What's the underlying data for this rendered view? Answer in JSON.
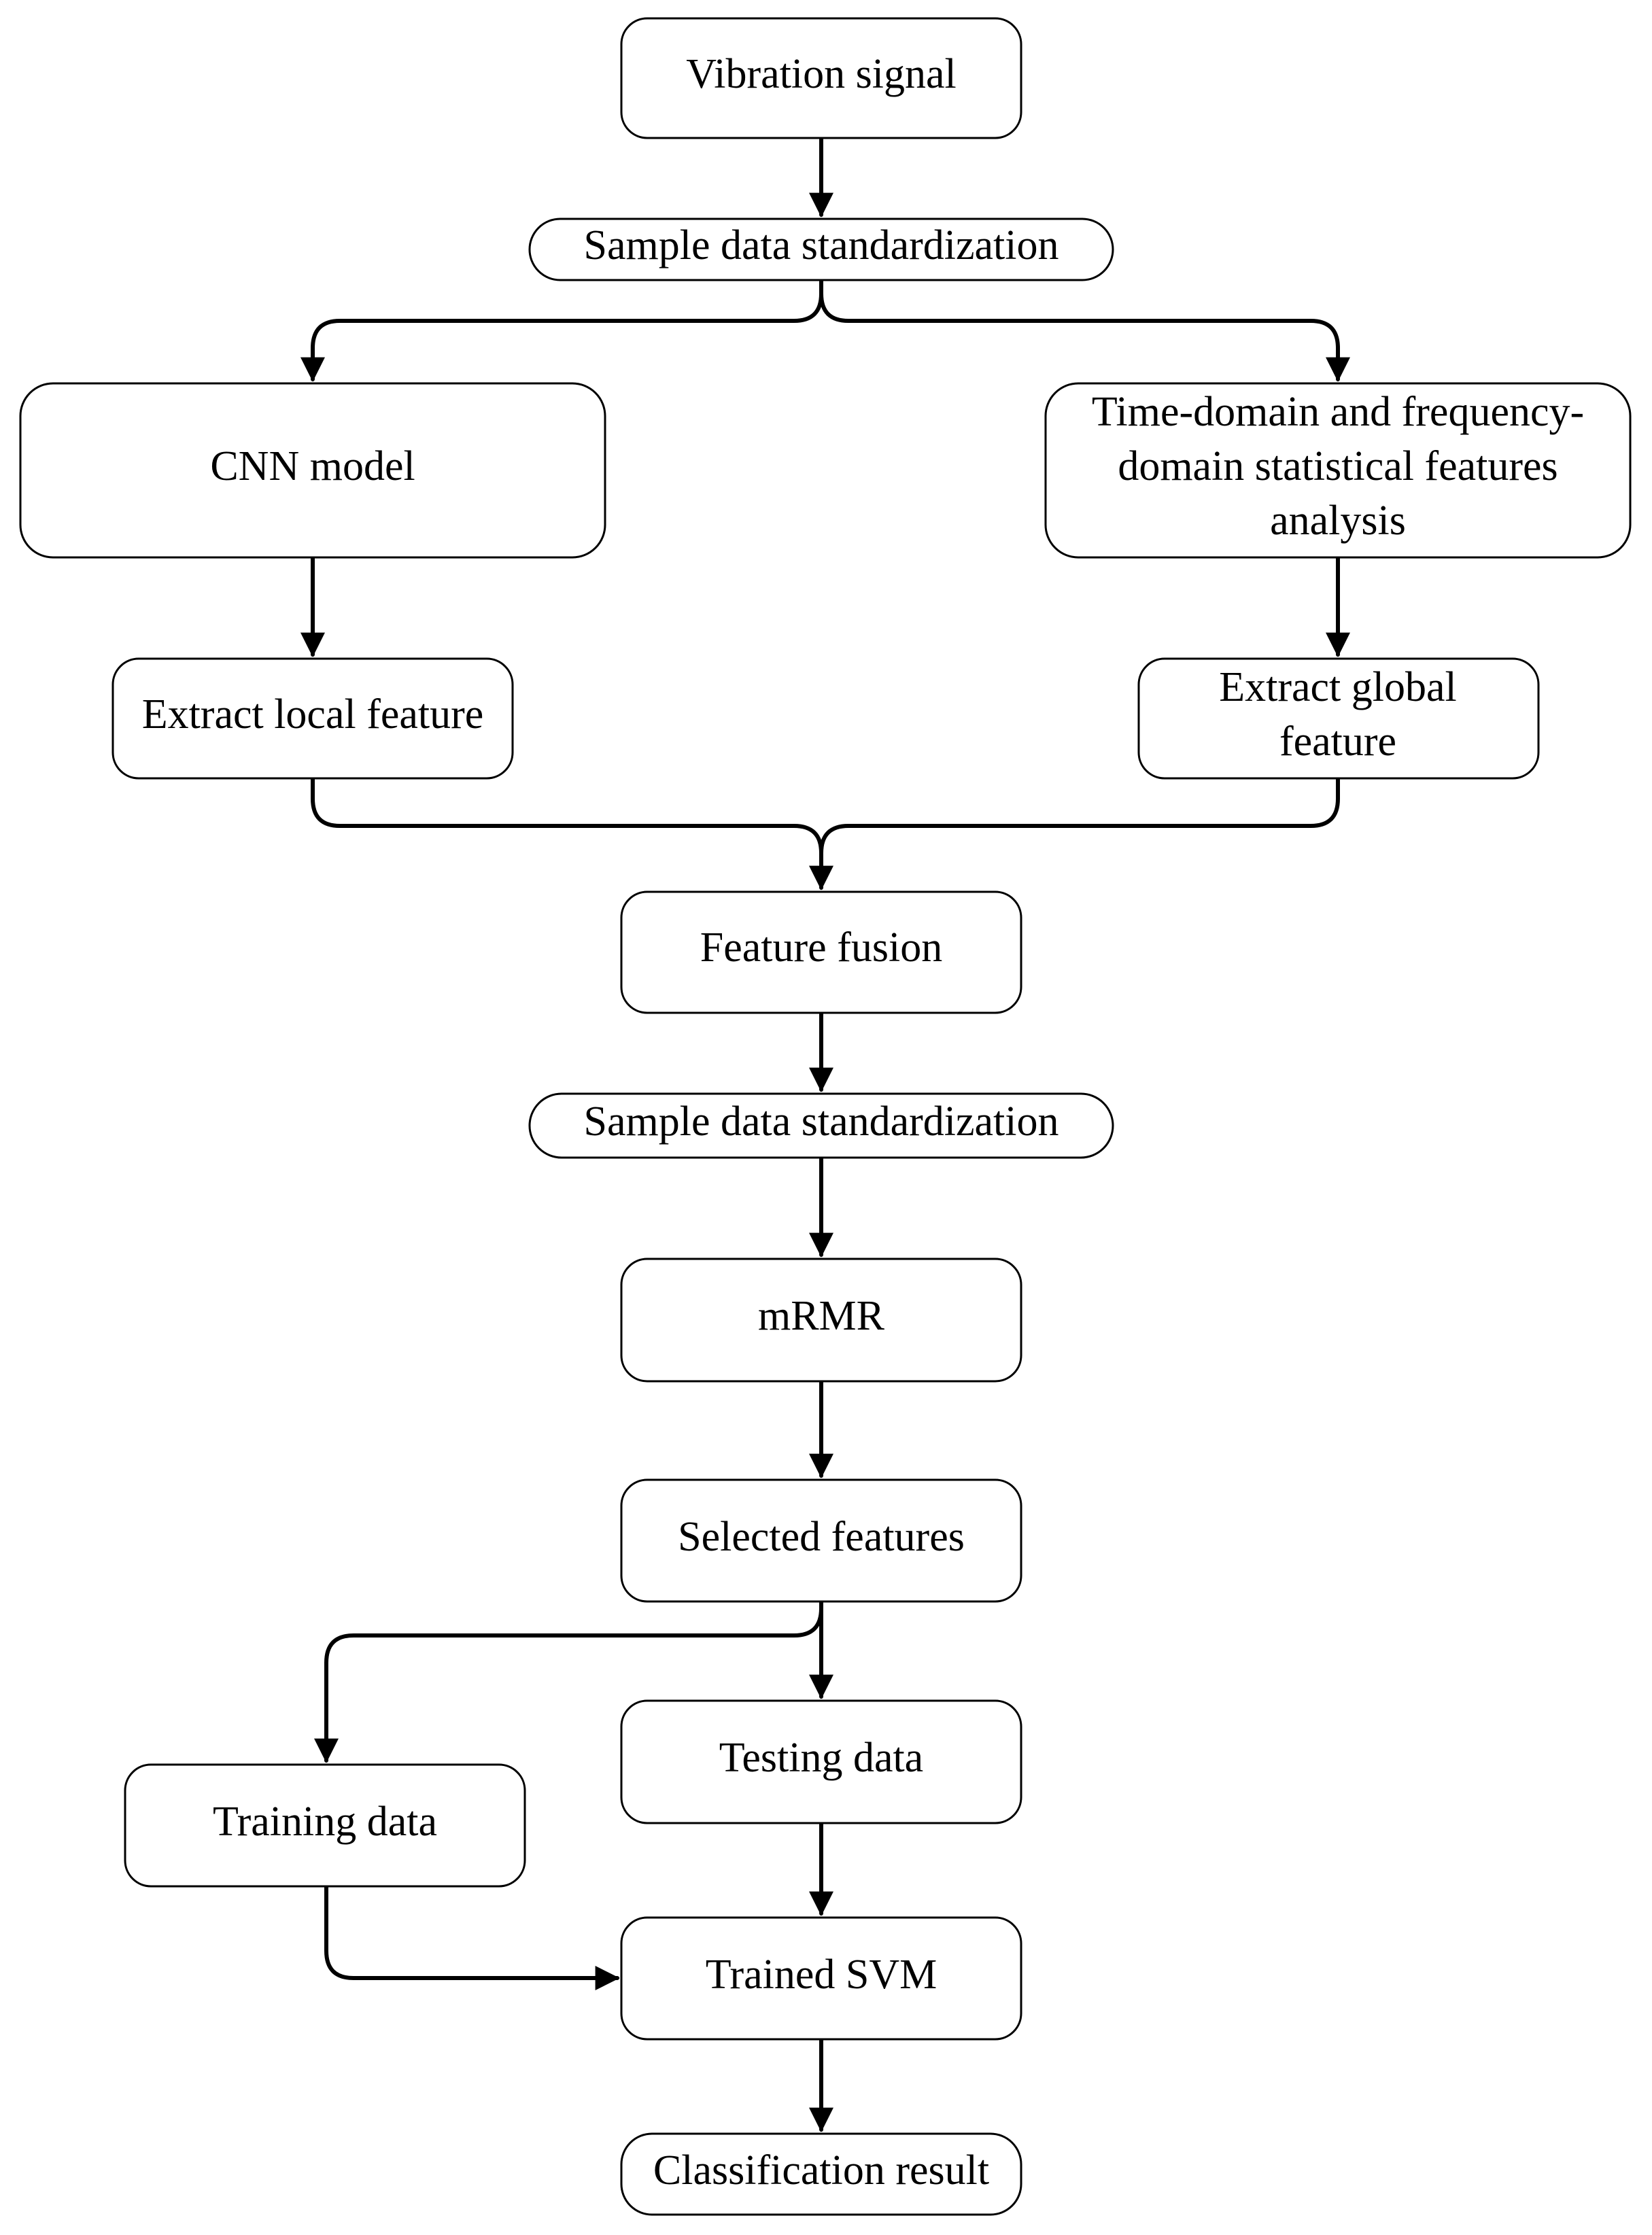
{
  "nodes": {
    "vibration_signal": "Vibration signal",
    "standardization_1": "Sample data standardization",
    "cnn_model": "CNN model",
    "time_freq_line1": "Time-domain and frequency-",
    "time_freq_line2": "domain statistical features",
    "time_freq_line3": "analysis",
    "extract_local": "Extract local feature",
    "extract_global_line1": "Extract global",
    "extract_global_line2": "feature",
    "feature_fusion": "Feature fusion",
    "standardization_2": "Sample data standardization",
    "mrmr": "mRMR",
    "selected_features": "Selected features",
    "testing_data": "Testing data",
    "training_data": "Training data",
    "trained_svm": "Trained SVM",
    "classification_result": "Classification result"
  }
}
